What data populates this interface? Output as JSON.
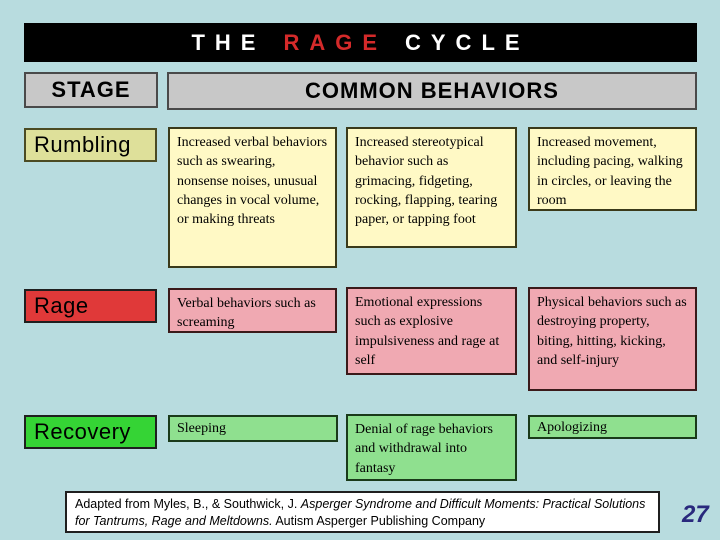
{
  "title": {
    "the": "THE",
    "rage": "RAGE",
    "cycle": "CYCLE"
  },
  "headers": {
    "stage": "STAGE",
    "behaviors": "COMMON BEHAVIORS"
  },
  "rows": [
    {
      "stage": "Rumbling",
      "cells": [
        "Increased verbal behaviors such as swearing, nonsense noises, unusual changes in vocal volume, or making threats",
        "Increased stereotypical behavior such as grimacing, fidgeting, rocking, flapping, tearing paper, or tapping foot",
        "Increased movement, including pacing, walking in circles, or leaving the room"
      ]
    },
    {
      "stage": "Rage",
      "cells": [
        "Verbal behaviors such as screaming",
        "Emotional expressions such as explosive impulsiveness and rage at self",
        "Physical behaviors such as destroying property, biting, hitting, kicking, and self-injury"
      ]
    },
    {
      "stage": "Recovery",
      "cells": [
        "Sleeping",
        "Denial of rage behaviors and withdrawal into fantasy",
        "Apologizing"
      ]
    }
  ],
  "footer": {
    "regular_1": "Adapted from Myles, B., & Southwick, J. ",
    "italic": "Asperger Syndrome and Difficult Moments: Practical Solutions for Tantrums, Rage and Meltdowns.",
    "regular_2": " Autism Asperger Publishing Company"
  },
  "page_number": "27",
  "colors": {
    "background": "#B8DCDF",
    "title_bar": "#000000",
    "title_accent": "#D42A2A",
    "header_gray": "#C8C8C8",
    "rumbling_label": "#DEE09A",
    "rumbling_cells": "#FFF9C5",
    "rage_label": "#E03939",
    "rage_cells": "#F0A9B2",
    "recovery_label": "#35D435",
    "recovery_cells": "#8FE08F",
    "page_number": "#29297D"
  }
}
